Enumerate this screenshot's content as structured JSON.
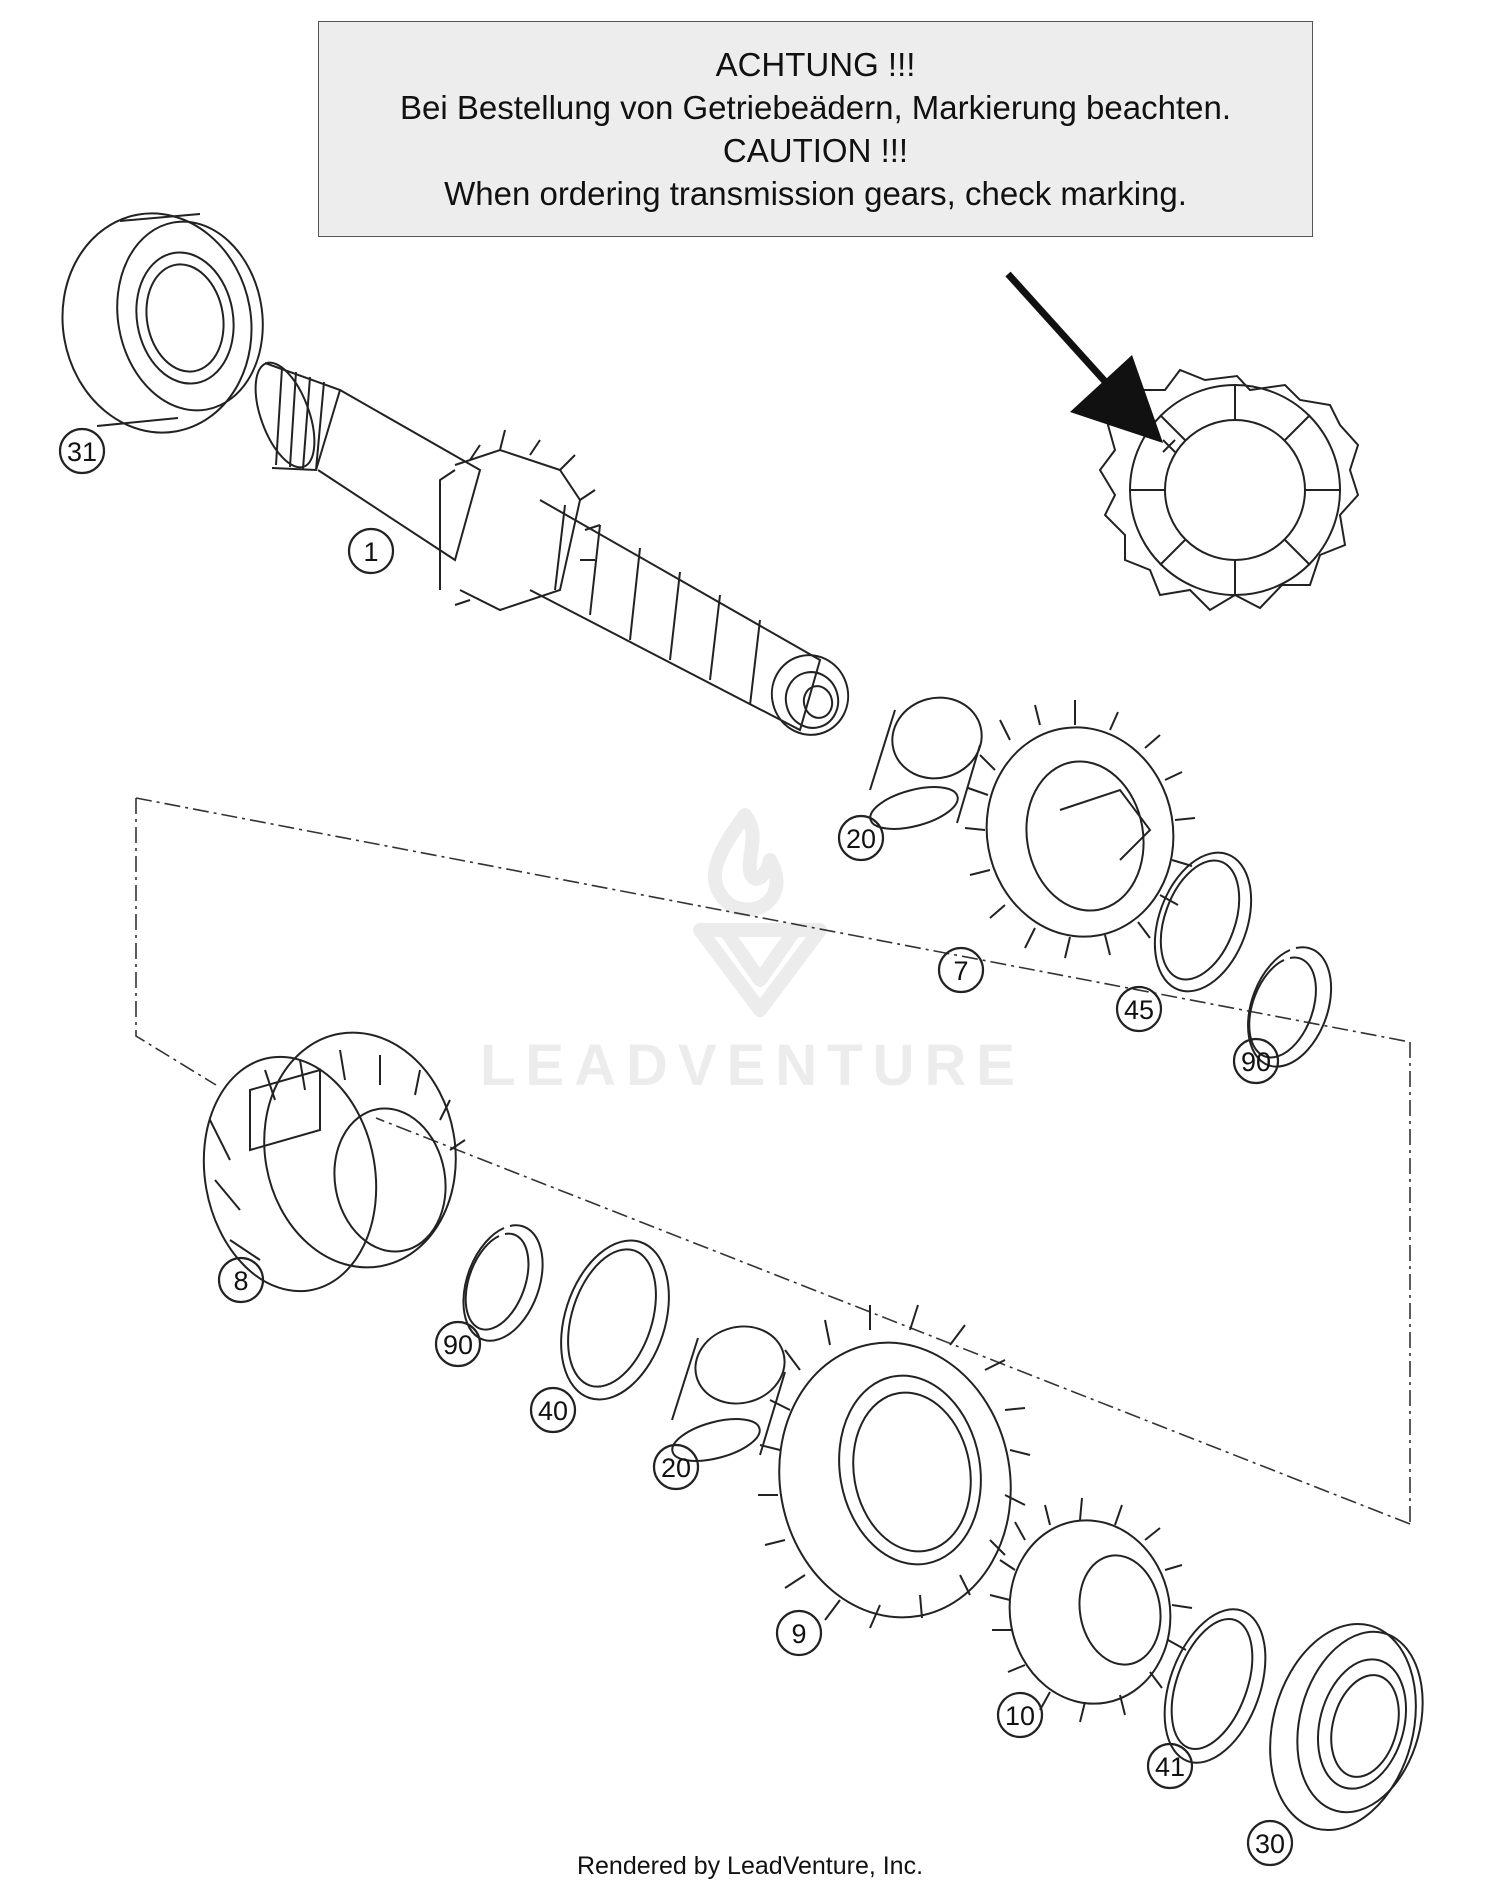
{
  "caution": {
    "line1": "ACHTUNG !!!",
    "line2": "Bei Bestellung von Getriebeädern, Markierung beachten.",
    "line3": "CAUTION !!!",
    "line4": "When ordering transmission gears, check marking."
  },
  "watermark": "LEADVENTURE",
  "footer": "Rendered by LeadVenture, Inc.",
  "callouts": {
    "c31": "31",
    "c1": "1",
    "c20a": "20",
    "c7": "7",
    "c45": "45",
    "c90a": "90",
    "c8": "8",
    "c90b": "90",
    "c40": "40",
    "c20b": "20",
    "c9": "9",
    "c10": "10",
    "c41": "41",
    "c30": "30"
  },
  "colors": {
    "line": "#222222",
    "caution_bg": "#ededed",
    "watermark": "#e6e6e6"
  }
}
